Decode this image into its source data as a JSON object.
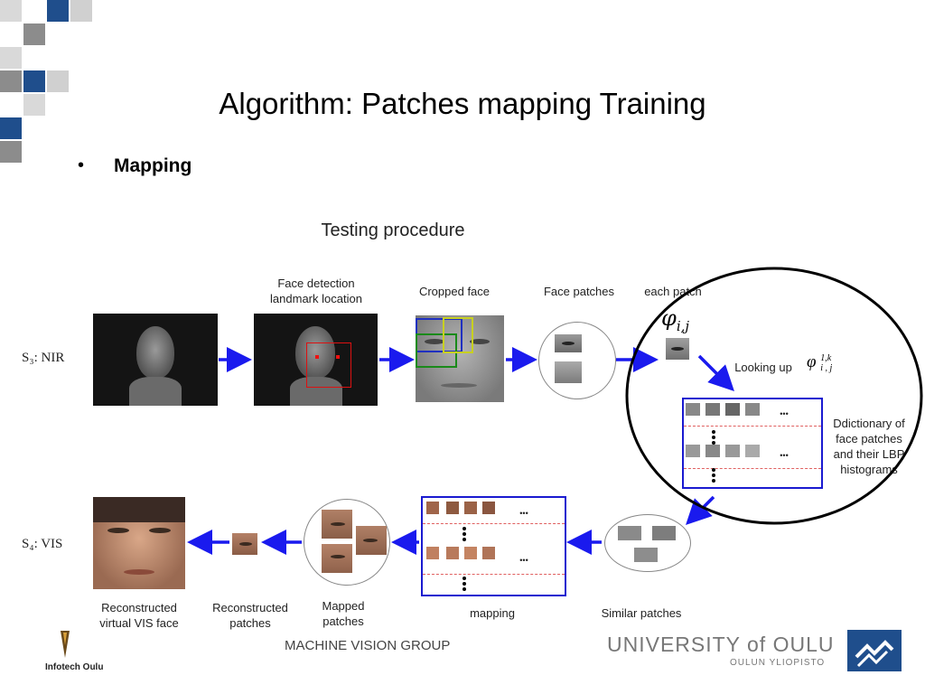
{
  "title": "Algorithm: Patches mapping Training",
  "bullet": {
    "symbol": "•",
    "text": "Mapping"
  },
  "figure": {
    "heading": "Testing procedure",
    "rows": {
      "nir": "S₃: NIR",
      "vis": "S₄: VIS"
    },
    "labels": {
      "face_detection": [
        "Face detection",
        "landmark location"
      ],
      "cropped_face": "Cropped face",
      "face_patches": "Face patches",
      "each_patch": "each patch",
      "looking_up": "Looking up",
      "dictionary": [
        "Ddictionary of",
        "face patches",
        "and their LBP",
        "histograms"
      ],
      "similar_patches": "Similar patches",
      "mapping": "mapping",
      "mapped_patches": [
        "Mapped",
        "patches"
      ],
      "reconstructed_patches": [
        "Reconstructed",
        "patches"
      ],
      "reconstructed_face": [
        "Reconstructed",
        "virtual VIS face"
      ],
      "phi_big": "φ",
      "phi_big_sub": "i,j",
      "phi_small": "φ",
      "phi_small_sup": "1,k",
      "phi_small_sub": "i , j",
      "ellipsis": "•••"
    }
  },
  "footer": {
    "group": "MACHINE VISION GROUP",
    "university": "UNIVERSITY of OULU",
    "university_sub": "OULUN YLIOPISTO",
    "infotech": "Infotech Oulu"
  },
  "colors": {
    "arrow": "#1a1aee",
    "accent_blue": "#1f4e8c",
    "gray": "#888888",
    "ellipse": "#000000"
  }
}
